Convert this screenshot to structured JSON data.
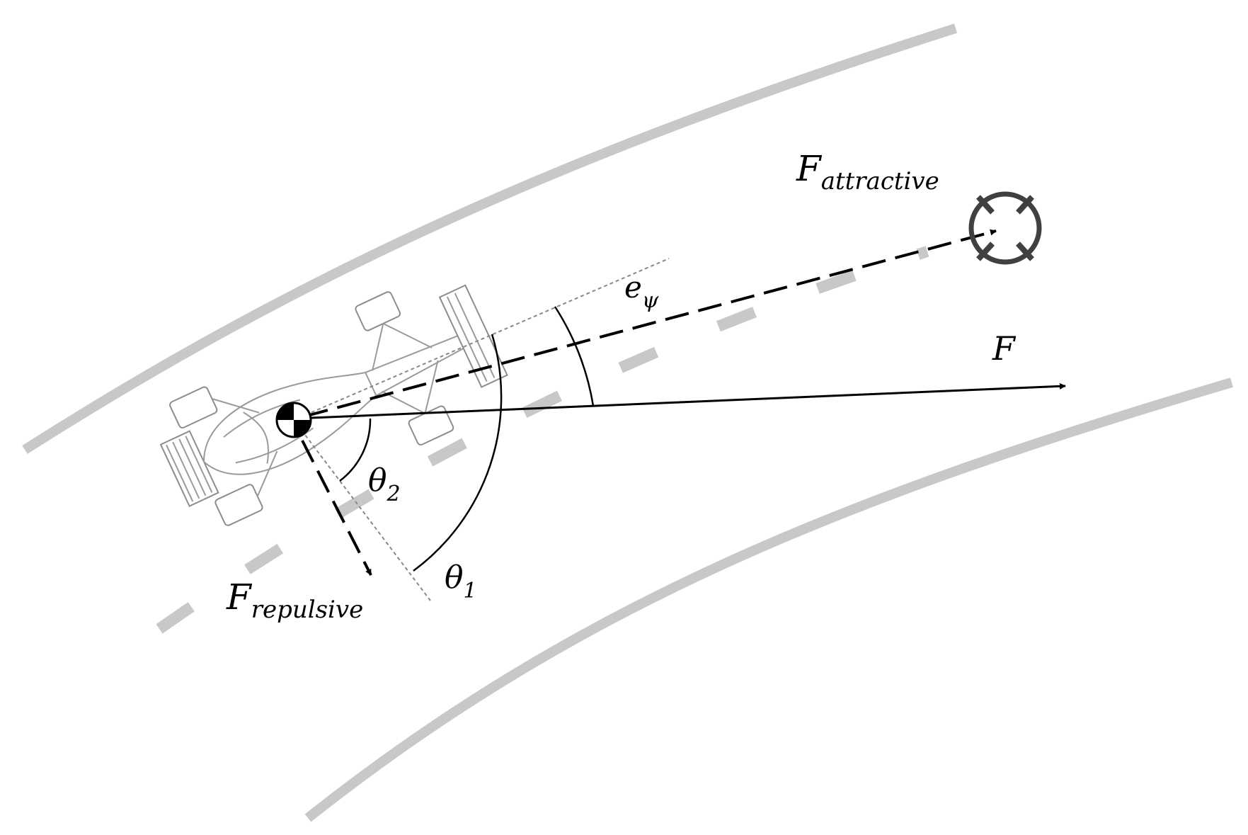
{
  "labels": {
    "attractive": {
      "main": "F",
      "sub": "attractive"
    },
    "repulsive": {
      "main": "F",
      "sub": "repulsive"
    },
    "resultant": {
      "main": "F"
    },
    "heading_error": {
      "main": "e",
      "sub": "ψ"
    },
    "theta1": {
      "main": "θ",
      "sub": "1"
    },
    "theta2": {
      "main": "θ",
      "sub": "2"
    }
  },
  "colors": {
    "track_edge": "#c8c8c8",
    "centerline": "#c8c8c8",
    "vector": "#000000",
    "car_outline": "#8c8c8c",
    "target": "#404040"
  }
}
